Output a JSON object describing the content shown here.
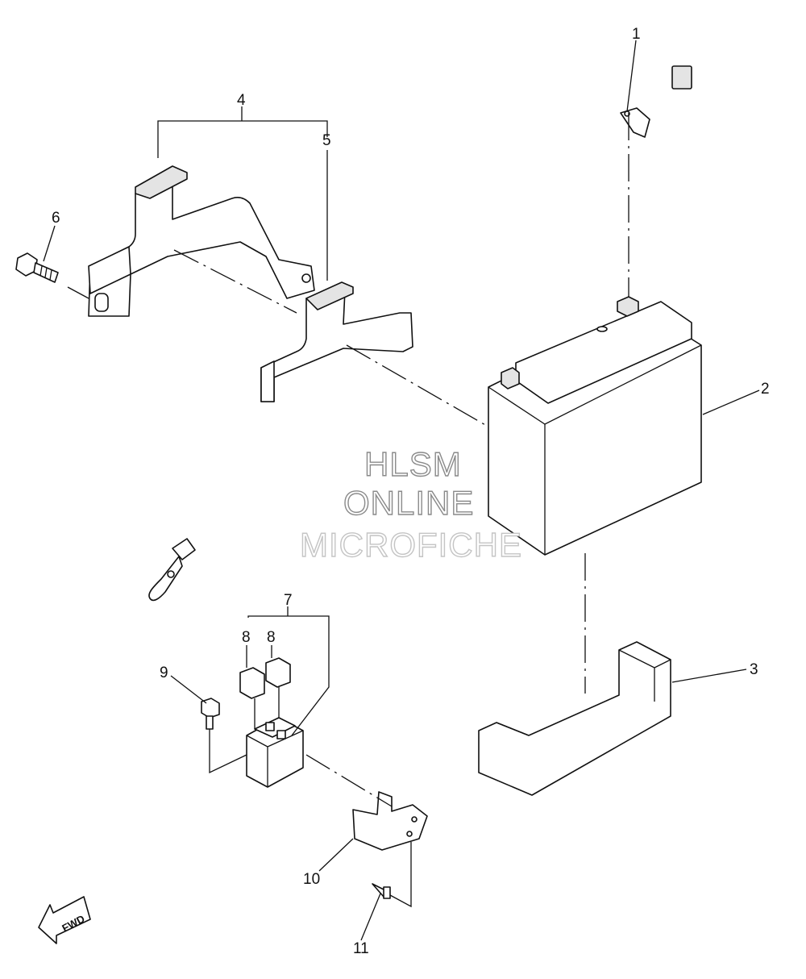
{
  "callouts": {
    "c1": "1",
    "c2": "2",
    "c3": "3",
    "c4": "4",
    "c5": "5",
    "c6": "6",
    "c7": "7",
    "c8a": "8",
    "c8b": "8",
    "c9": "9",
    "c10": "10",
    "c11": "11"
  },
  "watermark": {
    "line1": "HLSM",
    "line2": "ONLINE",
    "line3": "MICROFICHE"
  },
  "fwd_label": "FWD"
}
